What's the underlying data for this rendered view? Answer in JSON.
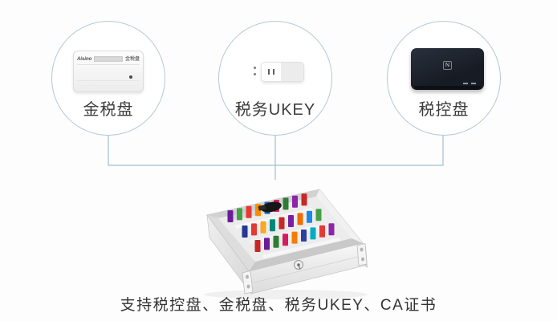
{
  "nodes": [
    {
      "id": "golden-tax-disk",
      "label": "金税盘",
      "device": {
        "brand": "Aisino",
        "badge": "金税盘"
      }
    },
    {
      "id": "tax-ukey",
      "label": "税务UKEY"
    },
    {
      "id": "tax-control-disk",
      "label": "税控盘",
      "device": {
        "logo": "N"
      }
    }
  ],
  "caption": "支持税控盘、金税盘、税务UKEY、CA证书",
  "colors": {
    "background": "#fdfdfd",
    "circle_border": "#b4c8d6",
    "connector_line": "#a4bed2",
    "label_text": "#3c3c3c",
    "caption_text": "#333333",
    "tax_control_device": "#171b24"
  }
}
